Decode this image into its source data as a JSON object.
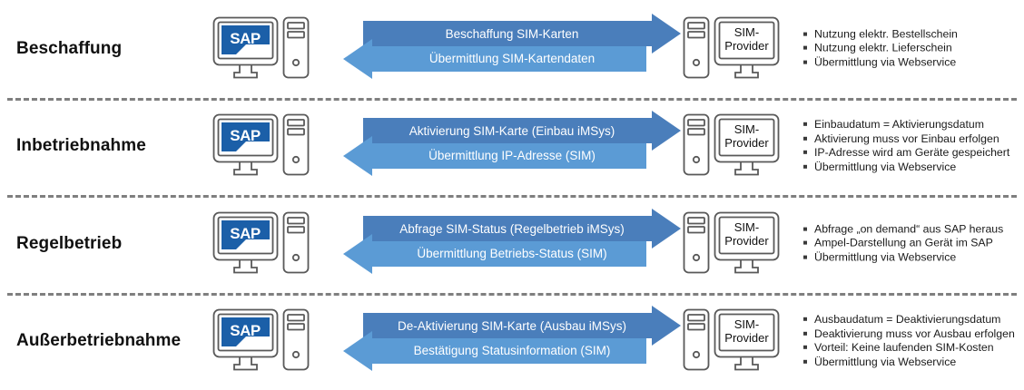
{
  "colors": {
    "arrow_top": "#4A7EBB",
    "arrow_bottom": "#5B9BD5",
    "sap_blue": "#1B5FA8",
    "divider": "#7f7f7f",
    "text": "#111111"
  },
  "nodes": {
    "sap_label": "SAP",
    "provider_label_line1": "SIM-",
    "provider_label_line2": "Provider"
  },
  "rows": [
    {
      "phase": "Beschaffung",
      "arrow_right": "Beschaffung SIM-Karten",
      "arrow_left": "Übermittlung SIM-Kartendaten",
      "bullets": [
        "Nutzung elektr. Bestellschein",
        "Nutzung elektr. Lieferschein",
        "Übermittlung via Webservice"
      ]
    },
    {
      "phase": "Inbetriebnahme",
      "arrow_right": "Aktivierung SIM-Karte (Einbau iMSys)",
      "arrow_left": "Übermittlung IP-Adresse (SIM)",
      "bullets": [
        "Einbaudatum = Aktivierungsdatum",
        "Aktivierung muss vor Einbau erfolgen",
        "IP-Adresse wird am Geräte gespeichert",
        "Übermittlung via Webservice"
      ]
    },
    {
      "phase": "Regelbetrieb",
      "arrow_right": "Abfrage SIM-Status (Regelbetrieb iMSys)",
      "arrow_left": "Übermittlung Betriebs-Status (SIM)",
      "bullets": [
        "Abfrage „on demand“ aus SAP heraus",
        "Ampel-Darstellung an Gerät im SAP",
        "Übermittlung via Webservice"
      ]
    },
    {
      "phase": "Außerbetriebnahme",
      "arrow_right": "De-Aktivierung SIM-Karte (Ausbau iMSys)",
      "arrow_left": "Bestätigung Statusinformation (SIM)",
      "bullets": [
        "Ausbaudatum = Deaktivierungsdatum",
        "Deaktivierung muss vor Ausbau erfolgen",
        "Vorteil: Keine laufenden SIM-Kosten",
        "Übermittlung via Webservice"
      ]
    }
  ]
}
